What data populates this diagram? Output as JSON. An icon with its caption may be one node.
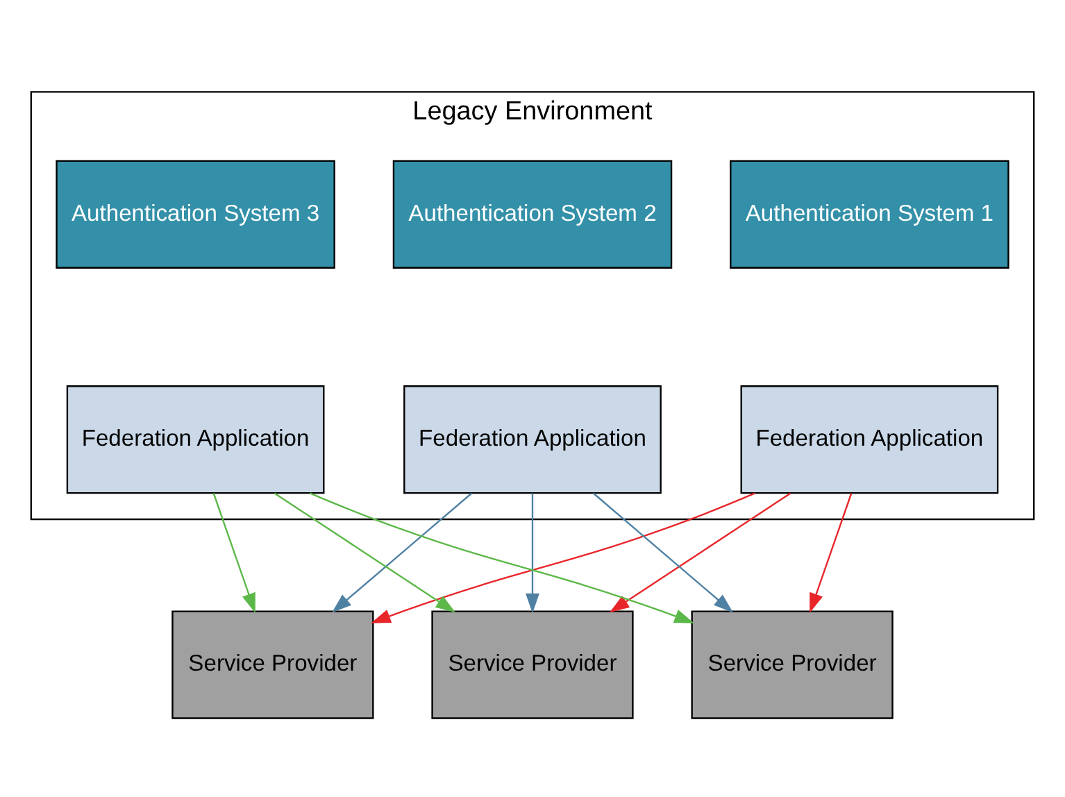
{
  "diagram": {
    "nodes": [
      {
        "text": [
          "Legacy Environment"
        ]
      },
      {
        "text": [
          "Authentication System 1"
        ],
        "in": 0
      },
      {
        "text": [
          "Federation Application"
        ],
        "in": 0
      },
      {
        "text": [
          "Authentication System 2"
        ],
        "in": 0
      },
      {
        "text": [
          "Federation Application"
        ],
        "in": 0
      },
      {
        "text": [
          "Authentication System 3"
        ],
        "in": 0
      },
      {
        "text": [
          "Federation Application"
        ],
        "in": 0
      },
      {
        "text": [
          "Service Provider"
        ]
      },
      {
        "text": [
          "Service Provider"
        ]
      },
      {
        "text": [
          "Service Provider"
        ]
      }
    ],
    "edges": [
      {
        "from": 2,
        "to": 7,
        "arrow": "to",
        "color": "#e8262a"
      },
      {
        "from": 2,
        "to": 8,
        "arrow": "to",
        "color": "#e8262a"
      },
      {
        "from": 2,
        "to": 9,
        "arrow": "to",
        "color": "#e8262a"
      },
      {
        "from": 4,
        "to": 7,
        "arrow": "to",
        "color": "#4f81a3"
      },
      {
        "from": 4,
        "to": 8,
        "arrow": "to",
        "color": "#4f81a3"
      },
      {
        "from": 4,
        "to": 9,
        "arrow": "to",
        "color": "#4f81a3"
      },
      {
        "from": 6,
        "to": 7,
        "arrow": "to",
        "color": "#5cb848"
      },
      {
        "from": 6,
        "to": 8,
        "arrow": "to",
        "color": "#5cb848"
      },
      {
        "from": 6,
        "to": 9,
        "arrow": "to",
        "color": "#5cb848"
      }
    ]
  }
}
